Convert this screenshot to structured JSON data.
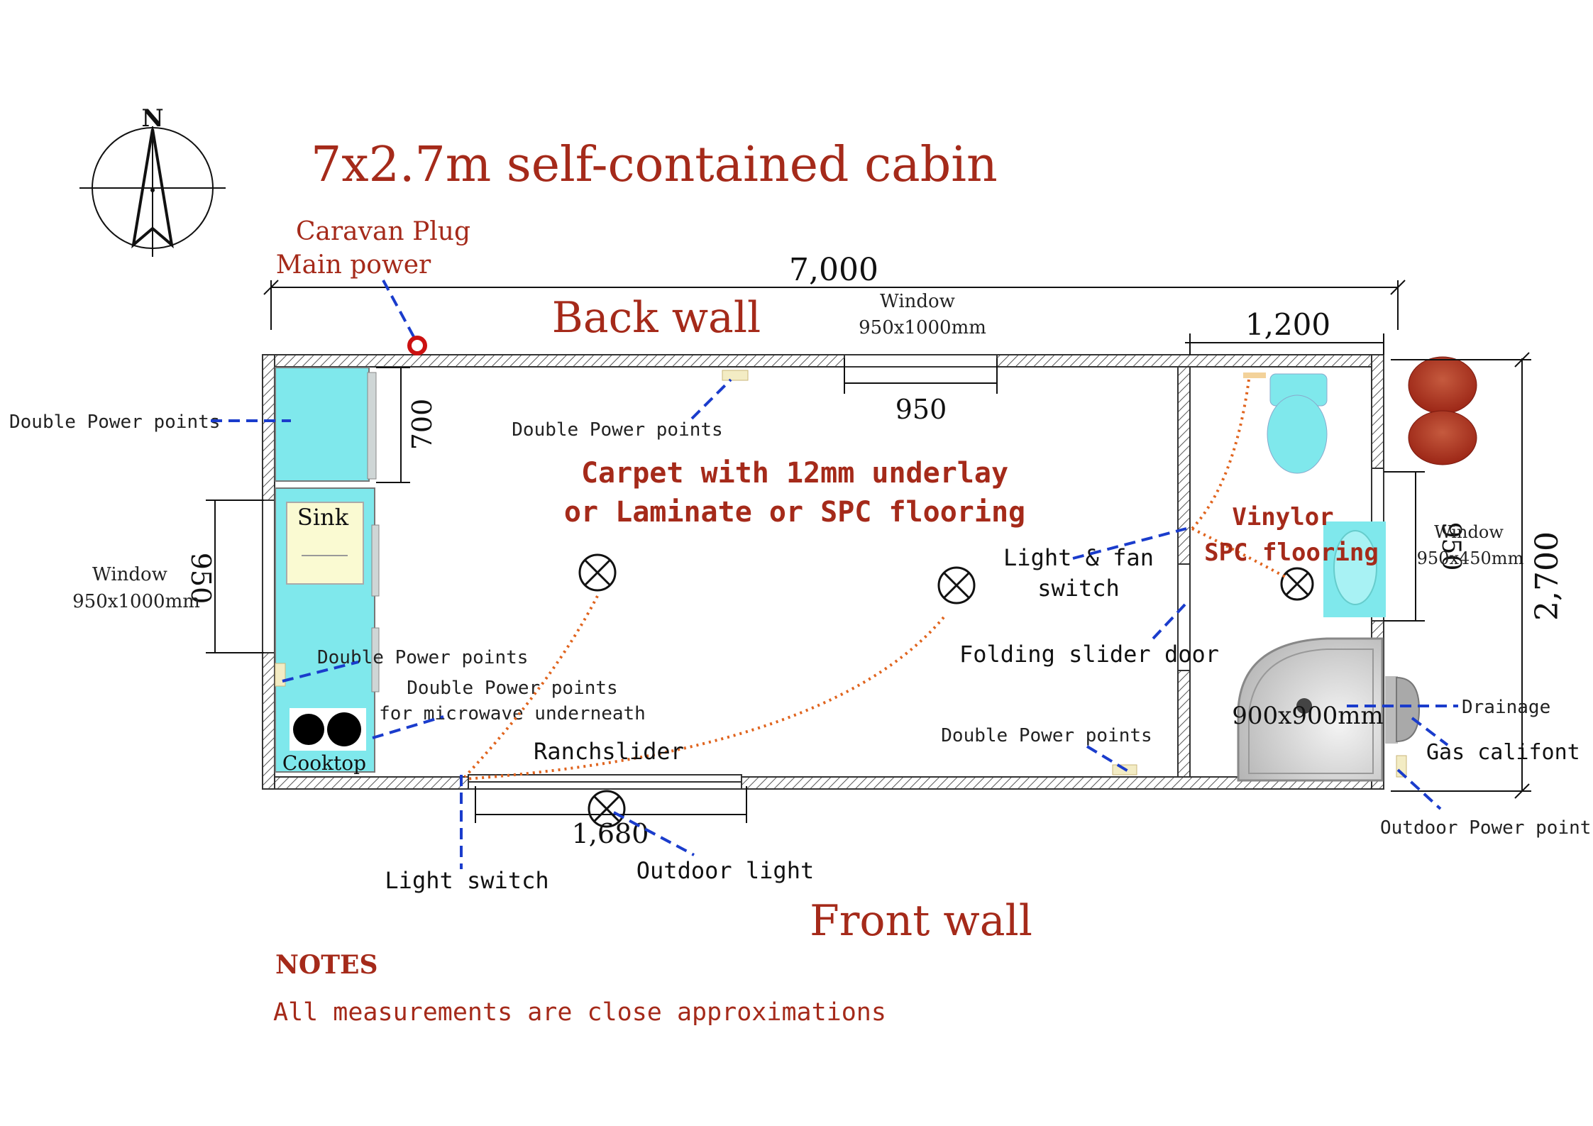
{
  "title": "7x2.7m self-contained cabin",
  "compass": {
    "north_label": "N"
  },
  "walls": {
    "back": "Back wall",
    "front": "Front wall"
  },
  "dimensions": {
    "overall_length": "7,000",
    "overall_width": "2,700",
    "bathroom_width": "1,200",
    "back_window_width": "950",
    "side_window_width": "950",
    "fridge_depth": "700",
    "ranchslider_width": "1,680",
    "bath_window_width": "950"
  },
  "flooring": {
    "main_line1": "Carpet with 12mm underlay",
    "main_line2": "or Laminate or SPC flooring",
    "bath_line1": "Vinylor",
    "bath_line2": "SPC flooring"
  },
  "labels": {
    "caravan_plug_line1": "Caravan Plug",
    "caravan_plug_line2": "Main power",
    "back_window_line1": "Window",
    "back_window_line2": "950x1000mm",
    "side_window_line1": "Window",
    "side_window_line2": "950x1000mm",
    "bath_window_line1": "Window",
    "bath_window_line2": "950x450mm",
    "power_left": "Double Power points",
    "power_back": "Double Power points",
    "power_kitchen": "Double Power points",
    "power_microwave_line1": "Double Power points",
    "power_microwave_line2": "for microwave underneath",
    "power_front_right": "Double Power points",
    "power_outdoor": "Outdoor Power points",
    "sink": "Sink",
    "cooktop": "Cooktop",
    "ranchslider": "Ranchslider",
    "light_switch": "Light switch",
    "outdoor_light": "Outdoor light",
    "light_fan_line1": "Light & fan",
    "light_fan_line2": "switch",
    "folding_door": "Folding slider door",
    "shower": "900x900mm",
    "drainage": "Drainage",
    "gas_califont": "Gas califont"
  },
  "notes": {
    "heading": "NOTES",
    "text": "All measurements are close approximations"
  },
  "colors": {
    "title_red": "#a52a1a",
    "callout_blue": "#1a3ccc",
    "wire_orange": "#e0641e",
    "fixture_cyan": "#7fe8ec",
    "wall_hatch": "#555555"
  }
}
